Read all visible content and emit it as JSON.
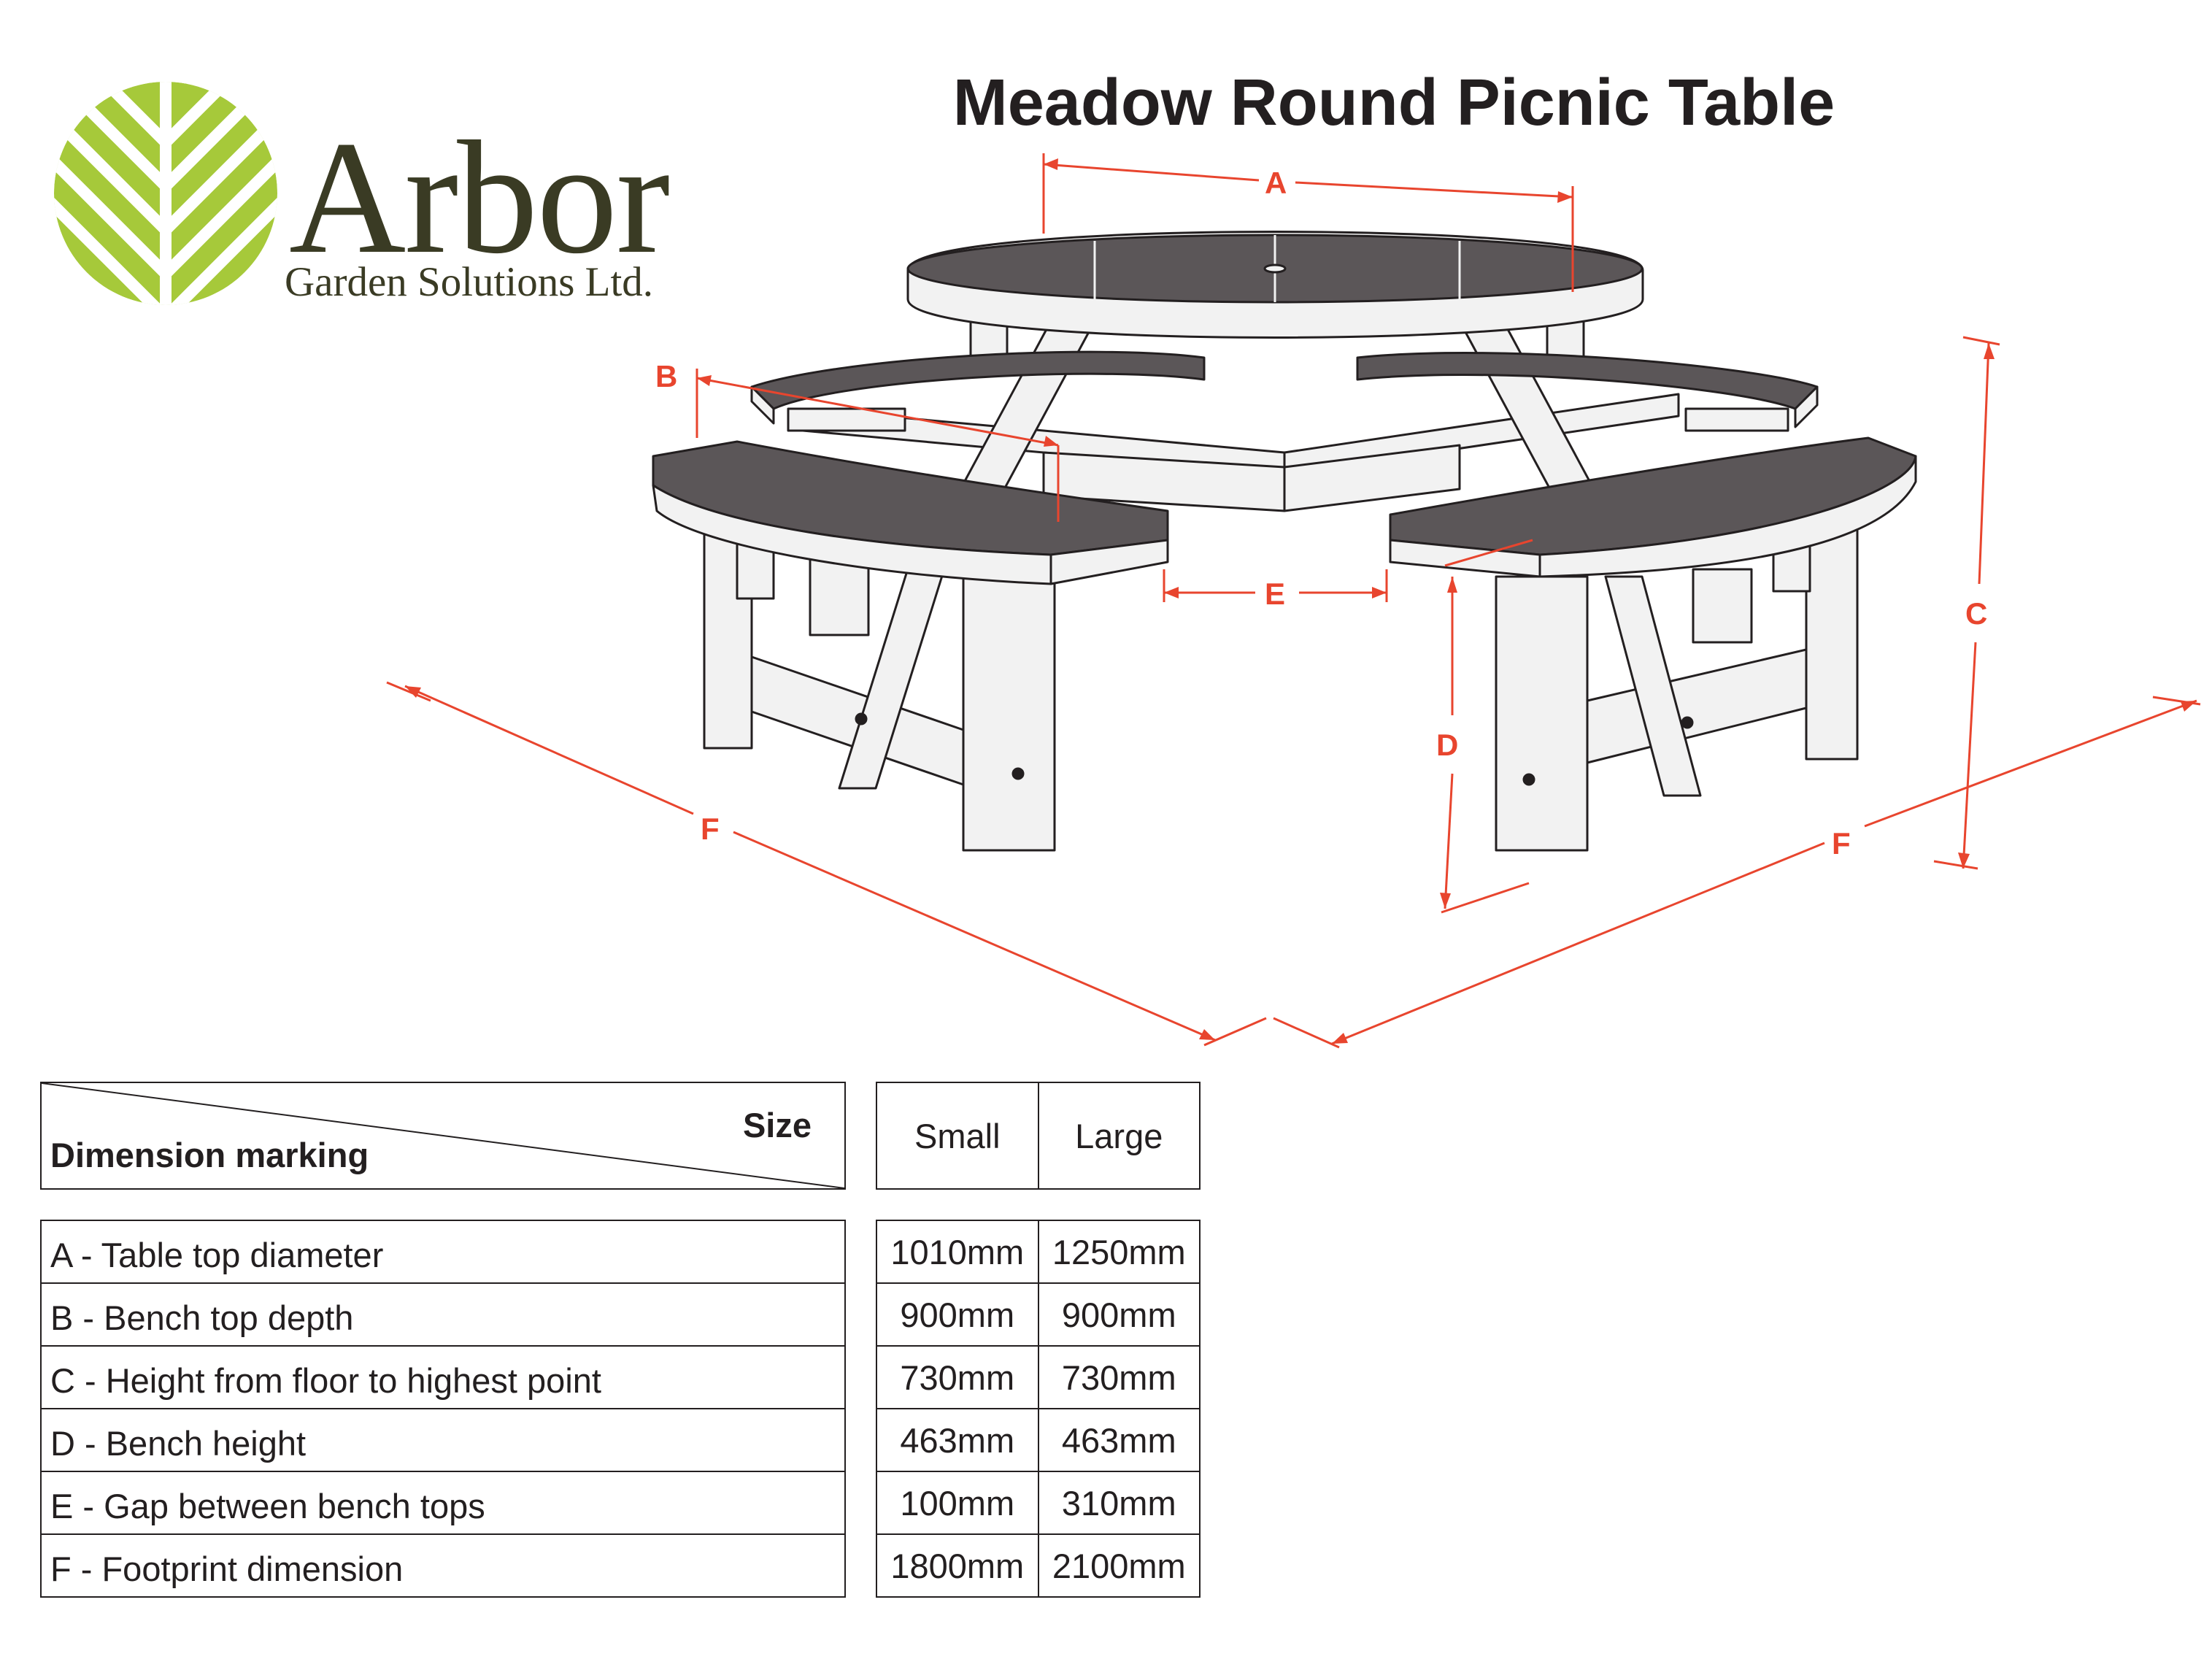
{
  "brand": {
    "name": "Arbor",
    "subtitle": "Garden Solutions Ltd.",
    "logo_icon": "leaf-icon",
    "leaf_color": "#a6c93a",
    "text_color": "#3a3b24"
  },
  "title": "Meadow Round Picnic Table",
  "diagram": {
    "dimension_color": "#e8452e",
    "wood_top_color": "#5b5658",
    "frame_color": "#f2f2f2",
    "markers": {
      "A": "A",
      "B": "B",
      "C": "C",
      "D": "D",
      "E": "E",
      "F_left": "F",
      "F_right": "F"
    }
  },
  "table": {
    "header": {
      "size_label": "Size",
      "dimension_label": "Dimension marking",
      "columns": [
        "Small",
        "Large"
      ]
    },
    "rows": [
      {
        "label": "A - Table top diameter",
        "small": "1010mm",
        "large": "1250mm"
      },
      {
        "label": "B - Bench top depth",
        "small": "900mm",
        "large": "900mm"
      },
      {
        "label": "C - Height from floor to highest point",
        "small": "730mm",
        "large": "730mm"
      },
      {
        "label": "D - Bench height",
        "small": "463mm",
        "large": "463mm"
      },
      {
        "label": "E - Gap between bench tops",
        "small": "100mm",
        "large": "310mm"
      },
      {
        "label": "F - Footprint dimension",
        "small": "1800mm",
        "large": "2100mm"
      }
    ]
  }
}
